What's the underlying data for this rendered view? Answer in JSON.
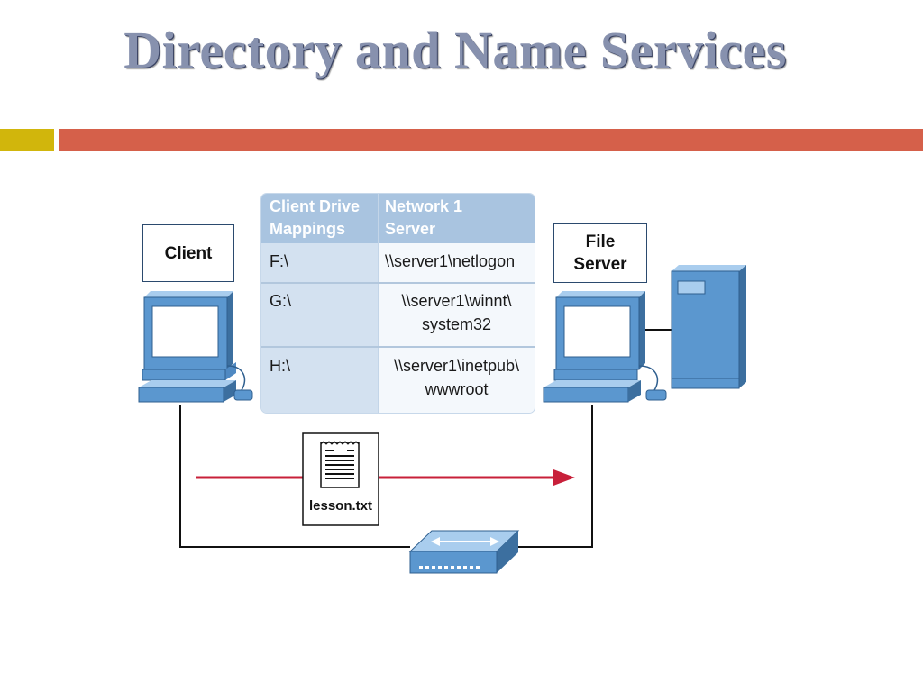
{
  "slide": {
    "title": "Directory and Name Services"
  },
  "diagram": {
    "client_label": "Client",
    "server_label_line1": "File",
    "server_label_line2": "Server",
    "file_name": "lesson.txt",
    "table": {
      "header_col1_line1": "Client Drive",
      "header_col1_line2": "Mappings",
      "header_col2_line1": "Network 1",
      "header_col2_line2": "Server",
      "rows": [
        {
          "drive": "F:\\",
          "path_line1": "\\\\server1\\netlogon",
          "path_line2": ""
        },
        {
          "drive": "G:\\",
          "path_line1": "\\\\server1\\winnt\\",
          "path_line2": "system32"
        },
        {
          "drive": "H:\\",
          "path_line1": "\\\\server1\\inetpub\\",
          "path_line2": "wwwroot"
        }
      ]
    }
  },
  "colors": {
    "title": "#8791ae",
    "accent_yellow": "#d1b60c",
    "accent_red": "#d5604a",
    "device_blue": "#5b97cf",
    "arrow_red": "#c8203a"
  },
  "icons": [
    "client-computer-icon",
    "server-computer-icon",
    "server-tower-icon",
    "document-icon",
    "network-switch-icon"
  ]
}
